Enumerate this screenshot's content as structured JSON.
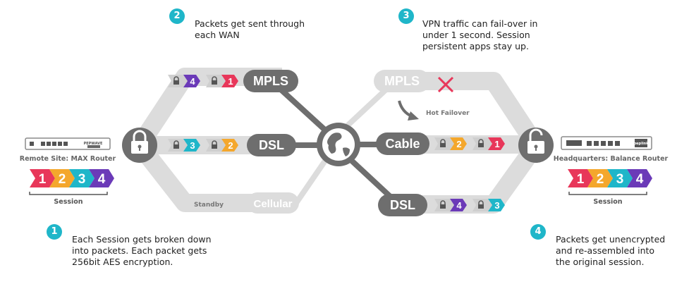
{
  "colors": {
    "grey_dark": "#6e6e6e",
    "grey_light": "#dcdcdc",
    "teal": "#1fb6c9",
    "red": "#e8375a",
    "orange": "#f4a72c",
    "purple": "#6b3ab8",
    "blue": "#1a84d6",
    "green": "#3cb66a",
    "lock_bg": "#c9c9c9"
  },
  "steps": [
    {
      "number": "1",
      "text": "Each Session gets broken down\ninto packets. Each packet gets\n256bit AES encryption."
    },
    {
      "number": "2",
      "text": "Packets get sent through\neach WAN"
    },
    {
      "number": "3",
      "text": "VPN traffic can fail-over in\nunder 1 second. Session\npersistent apps stay up."
    },
    {
      "number": "4",
      "text": "Packets get unencrypted\nand re-assembled into\nthe original session."
    }
  ],
  "left_site": {
    "device_brand": "PEPWAVE",
    "caption": "Remote Site: MAX Router",
    "session_label": "Session",
    "session_chunks": [
      "1",
      "2",
      "3",
      "4"
    ]
  },
  "right_site": {
    "device_brand": "peplink",
    "caption": "Headquarters: Balance Router",
    "session_label": "Session",
    "session_chunks": [
      "1",
      "2",
      "3",
      "4"
    ]
  },
  "links_left": {
    "mpls": {
      "label": "MPLS",
      "packets": [
        "4",
        "1"
      ]
    },
    "dsl": {
      "label": "DSL",
      "packets": [
        "3",
        "2"
      ]
    },
    "cellular": {
      "label": "Cellular",
      "note": "Standby"
    }
  },
  "links_right": {
    "mpls_failed": {
      "label": "MPLS",
      "failover_note": "Hot Failover"
    },
    "cable": {
      "label": "Cable",
      "packets": [
        "2",
        "1"
      ]
    },
    "dsl": {
      "label": "DSL",
      "packets": [
        "4",
        "3"
      ]
    }
  }
}
